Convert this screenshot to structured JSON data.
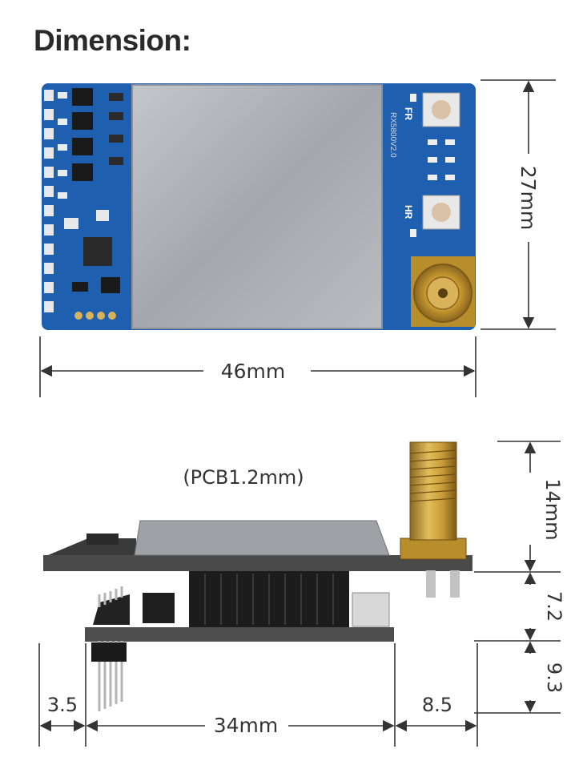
{
  "title": "Dimension:",
  "top_view": {
    "width_label": "46mm",
    "height_label": "27mm",
    "silk_fr": "FR",
    "silk_hr": "HR",
    "silk_version": "RX5800V2.0"
  },
  "side_view": {
    "pcb_label": "(PCB1.2mm)",
    "left_offset_label": "3.5",
    "bottom_width_label": "34mm",
    "right_offset_label": "8.5",
    "antenna_height_label": "14mm",
    "middle_height_label": "7.2",
    "bottom_height_label": "9.3"
  },
  "colors": {
    "pcb_blue": "#1f5fb0",
    "shield_grey": "#a8abb1",
    "gold": "#c79a3a",
    "dim_line": "#333333"
  }
}
